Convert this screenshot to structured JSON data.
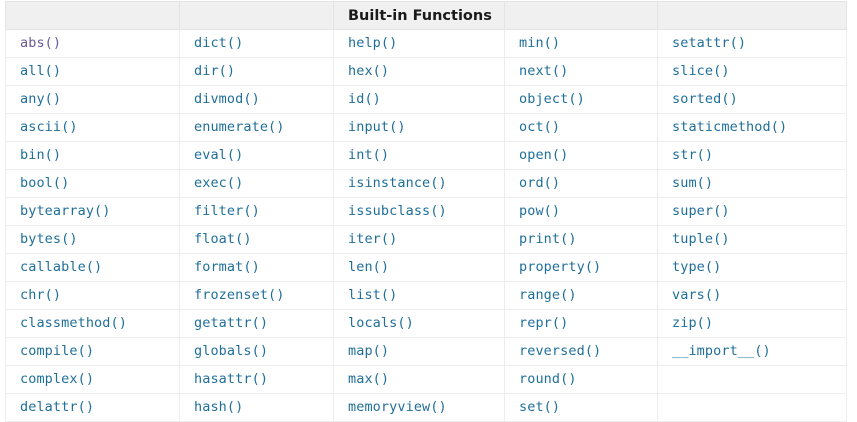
{
  "page": {
    "background_color": "#ffffff",
    "link_color": "#1f6f9a",
    "visited_link_color": "#6b5b9a",
    "header_background": "#f0f0f0",
    "border_color": "#e4e4e4"
  },
  "table": {
    "caption": "Built-in Functions",
    "header": [
      "",
      "",
      "Built-in Functions",
      "",
      ""
    ],
    "columns": 5,
    "rows": [
      [
        "abs()",
        "dict()",
        "help()",
        "min()",
        "setattr()"
      ],
      [
        "all()",
        "dir()",
        "hex()",
        "next()",
        "slice()"
      ],
      [
        "any()",
        "divmod()",
        "id()",
        "object()",
        "sorted()"
      ],
      [
        "ascii()",
        "enumerate()",
        "input()",
        "oct()",
        "staticmethod()"
      ],
      [
        "bin()",
        "eval()",
        "int()",
        "open()",
        "str()"
      ],
      [
        "bool()",
        "exec()",
        "isinstance()",
        "ord()",
        "sum()"
      ],
      [
        "bytearray()",
        "filter()",
        "issubclass()",
        "pow()",
        "super()"
      ],
      [
        "bytes()",
        "float()",
        "iter()",
        "print()",
        "tuple()"
      ],
      [
        "callable()",
        "format()",
        "len()",
        "property()",
        "type()"
      ],
      [
        "chr()",
        "frozenset()",
        "list()",
        "range()",
        "vars()"
      ],
      [
        "classmethod()",
        "getattr()",
        "locals()",
        "repr()",
        "zip()"
      ],
      [
        "compile()",
        "globals()",
        "map()",
        "reversed()",
        "__import__()"
      ],
      [
        "complex()",
        "hasattr()",
        "max()",
        "round()",
        ""
      ],
      [
        "delattr()",
        "hash()",
        "memoryview()",
        "set()",
        ""
      ]
    ],
    "visited_links": [
      "abs()"
    ]
  }
}
